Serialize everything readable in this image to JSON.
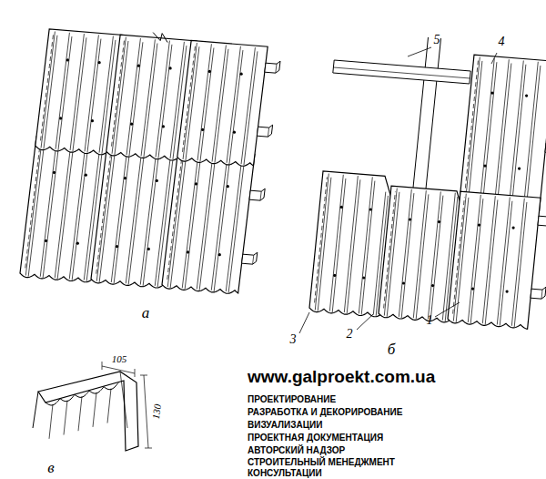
{
  "diagram": {
    "labels": [
      "а",
      "б",
      "в",
      "1",
      "2",
      "3",
      "4",
      "5",
      "105",
      "130",
      "www.galproekt.com.ua",
      "ПРОЕКТИРОВАНИЕ",
      "РАЗРАБОТКА И ДЕКОРИРОВАНИЕ",
      "ВИЗУАЛИЗАЦИИ",
      "ПРОЕКТНАЯ ДОКУМЕНТАЦИЯ",
      "АВТОРСКИЙ НАДЗОР",
      "СТРОИТЕЛЬНЫЙ МЕНЕДЖМЕНТ",
      "КОНСУЛЬТАЦИИ"
    ]
  }
}
